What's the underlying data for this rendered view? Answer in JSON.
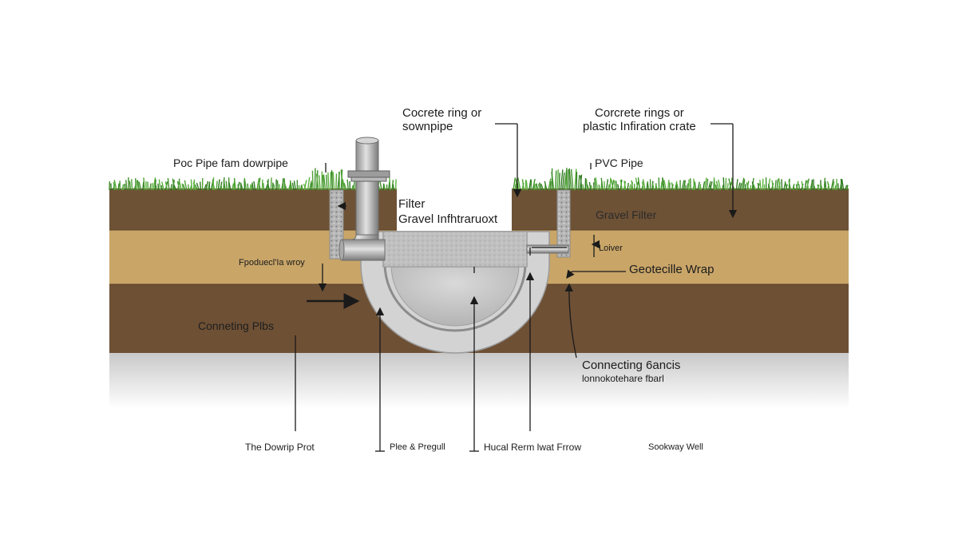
{
  "labels": {
    "concrete_ring_downpipe": [
      "Cocrete ring or",
      "sownpipe"
    ],
    "concrete_rings_crate": [
      "Corcrete rings or",
      "plastic Infiration crate"
    ],
    "poc_pipe": "Poc Pipe fam dowrpipe",
    "pvc_pipe": "PVC Pipe",
    "filter": "Filter",
    "gravel_infiltration": "Gravel Infhtraruoxt",
    "gravel_filter": "Gravel Filter",
    "lower": "Loiver",
    "geotextile_wrap": "Geotecille Wrap",
    "foundation_way": "Fpoduecl'Ia wroy",
    "connecting_pipe": "Conneting Plbs",
    "connecting_conduits": "Connecting 6ancis",
    "connection_detail": "lonnokotehare fbarl",
    "drainage_plot": "The Dowrip Prot",
    "pipe_prefill": "Plee & Pregull",
    "flow": "Hucal Rerm lwat Frrow",
    "soakaway_well": "Sookway Well"
  },
  "colors": {
    "grass": "#3f8f2a",
    "topsoil": "#6e5236",
    "sand": "#c9a568",
    "subsoil": "#6e5035",
    "concrete": "#c8c8c8",
    "gravel": "#a3a3a3",
    "pipe": "#b7b7b7"
  }
}
